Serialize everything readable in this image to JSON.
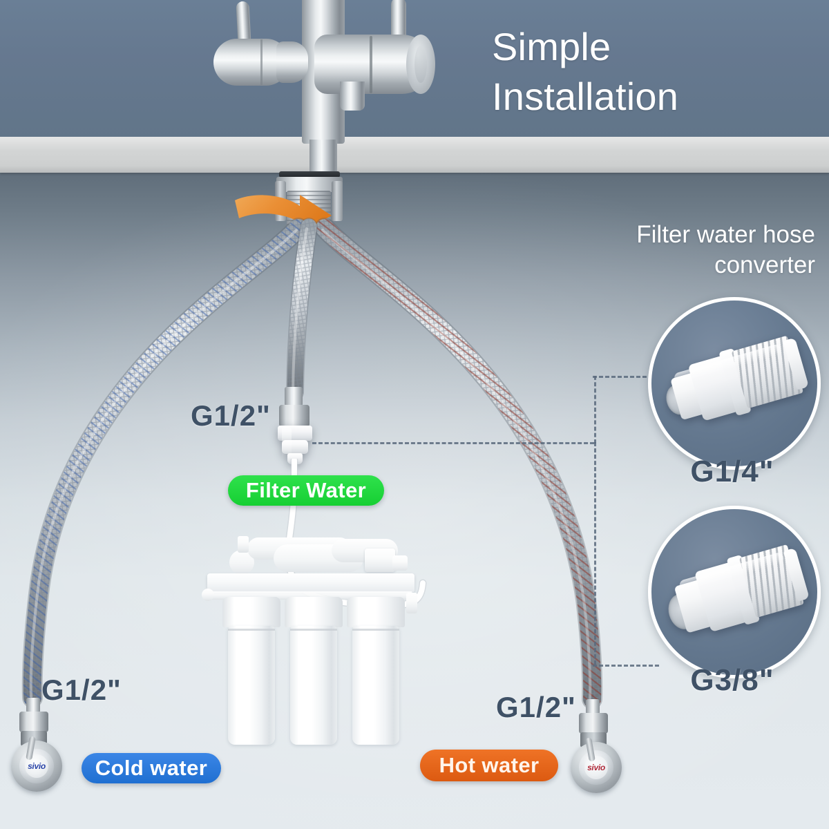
{
  "headline": {
    "line1": "Simple",
    "line2": "Installation"
  },
  "converter_section": {
    "title_line1": "Filter water hose",
    "title_line2": "converter",
    "items": [
      {
        "id": "g14",
        "label": "G1/4\"",
        "icon": "push-fit-connector-icon"
      },
      {
        "id": "g38",
        "label": "G3/8\"",
        "icon": "push-fit-connector-icon"
      }
    ]
  },
  "dimension_labels": {
    "filter_hose": "G1/2\"",
    "cold_hose": "G1/2\"",
    "hot_hose": "G1/2\""
  },
  "badges": {
    "filter_water": {
      "label": "Filter Water",
      "color": "#16cf33"
    },
    "cold_water": {
      "label": "Cold water",
      "color": "#1f6fd1"
    },
    "hot_water": {
      "label": "Hot water",
      "color": "#dc5a11"
    }
  },
  "valves": {
    "cold_brand": "sivio",
    "hot_brand": "sivio"
  },
  "colors": {
    "background_top": "#67798f",
    "countertop": "#d3d5d5",
    "background_bottom": "#e4eaee",
    "dimension_text": "#3f5166",
    "arrow": "#e88b2e",
    "cold_braid": "#4a6fae",
    "hot_braid": "#8e3a32",
    "leader_line": "#5b6b7e"
  }
}
